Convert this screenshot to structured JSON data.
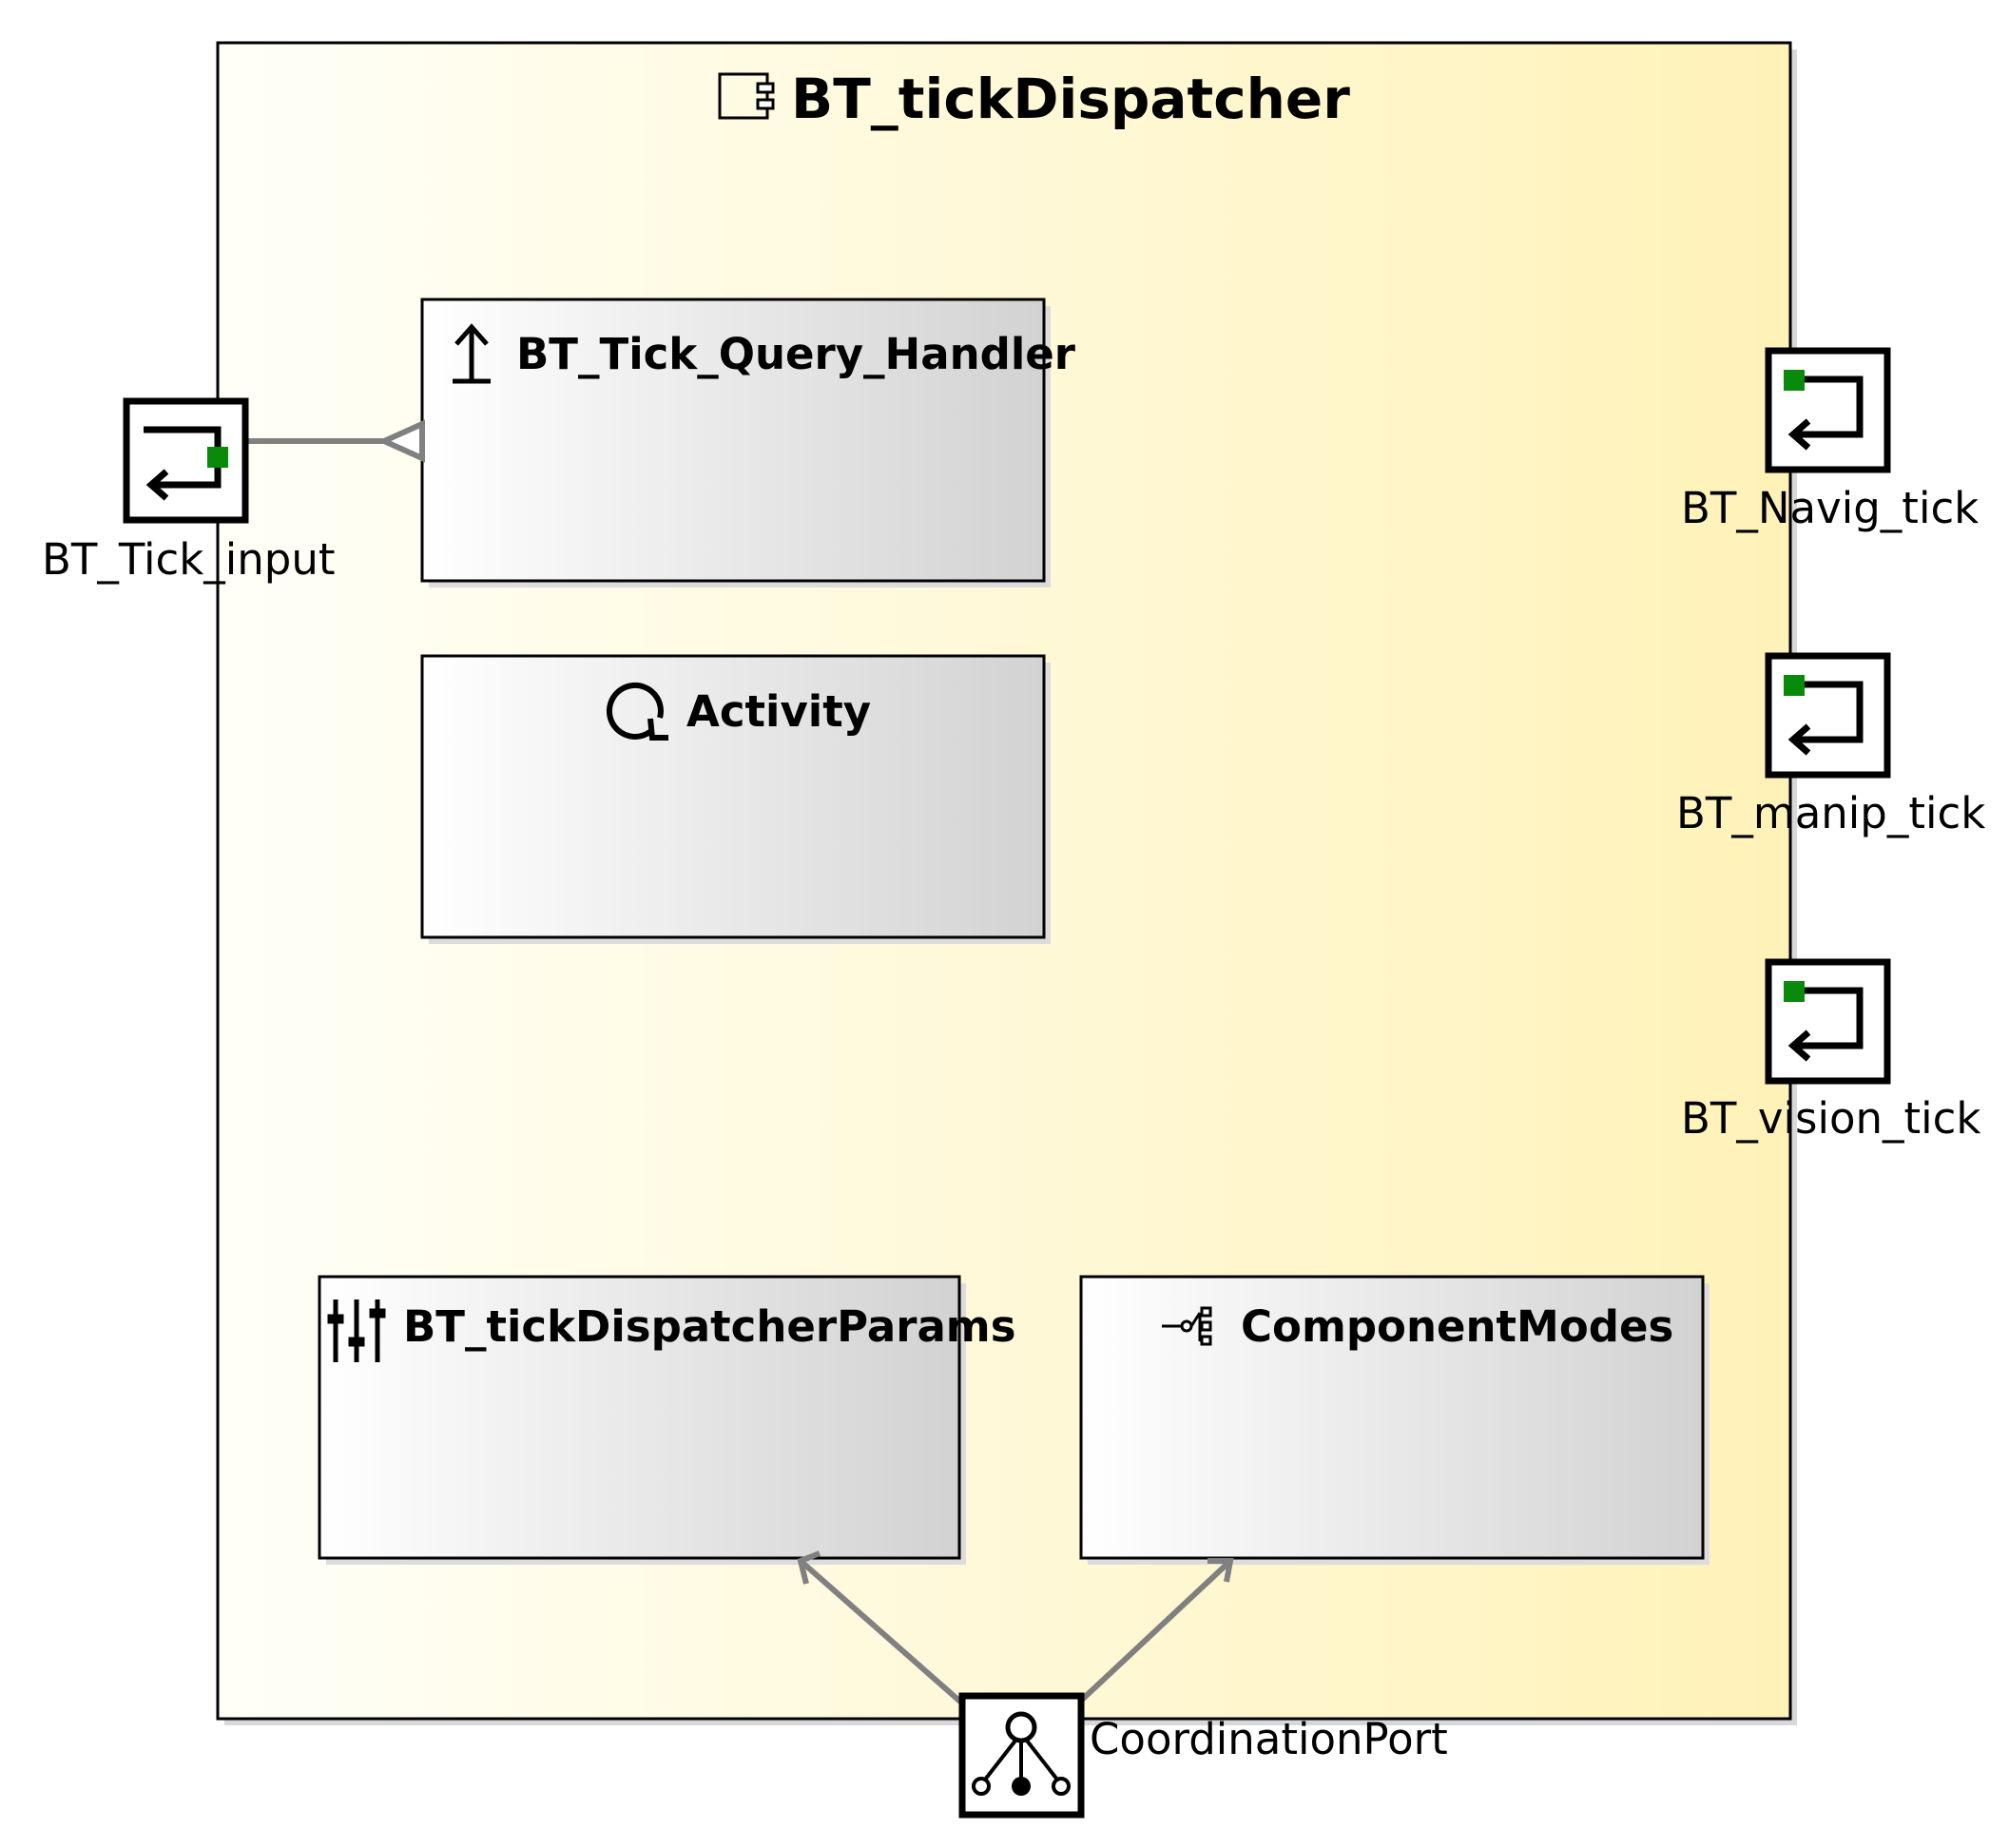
{
  "component": {
    "title": "BT_tickDispatcher",
    "icon": "component-icon"
  },
  "parts": [
    {
      "id": "query-handler",
      "label": "BT_Tick_Query_Handler",
      "icon": "query-handler-arrow-icon"
    },
    {
      "id": "activity",
      "label": "Activity",
      "icon": "activity-cycle-icon"
    },
    {
      "id": "params",
      "label": "BT_tickDispatcherParams",
      "icon": "parameter-sliders-icon"
    },
    {
      "id": "modes",
      "label": "ComponentModes",
      "icon": "component-modes-icon"
    }
  ],
  "ports": {
    "input": {
      "label": "BT_Tick_input",
      "icon": "answer-port-icon"
    },
    "outputs": [
      {
        "label": "BT_Navig_tick",
        "icon": "request-port-icon"
      },
      {
        "label": "BT_manip_tick",
        "icon": "request-port-icon"
      },
      {
        "label": "BT_vision_tick",
        "icon": "request-port-icon"
      }
    ],
    "coordination": {
      "label": "CoordinationPort",
      "icon": "coordination-port-icon"
    }
  },
  "colors": {
    "gradient_start": "#fffff8",
    "gradient_end": "#fff2b8",
    "part_gradient_start": "#ffffff",
    "part_gradient_end": "#d2d2d2",
    "connector": "#808080",
    "port_green": "#0a8a0a"
  }
}
